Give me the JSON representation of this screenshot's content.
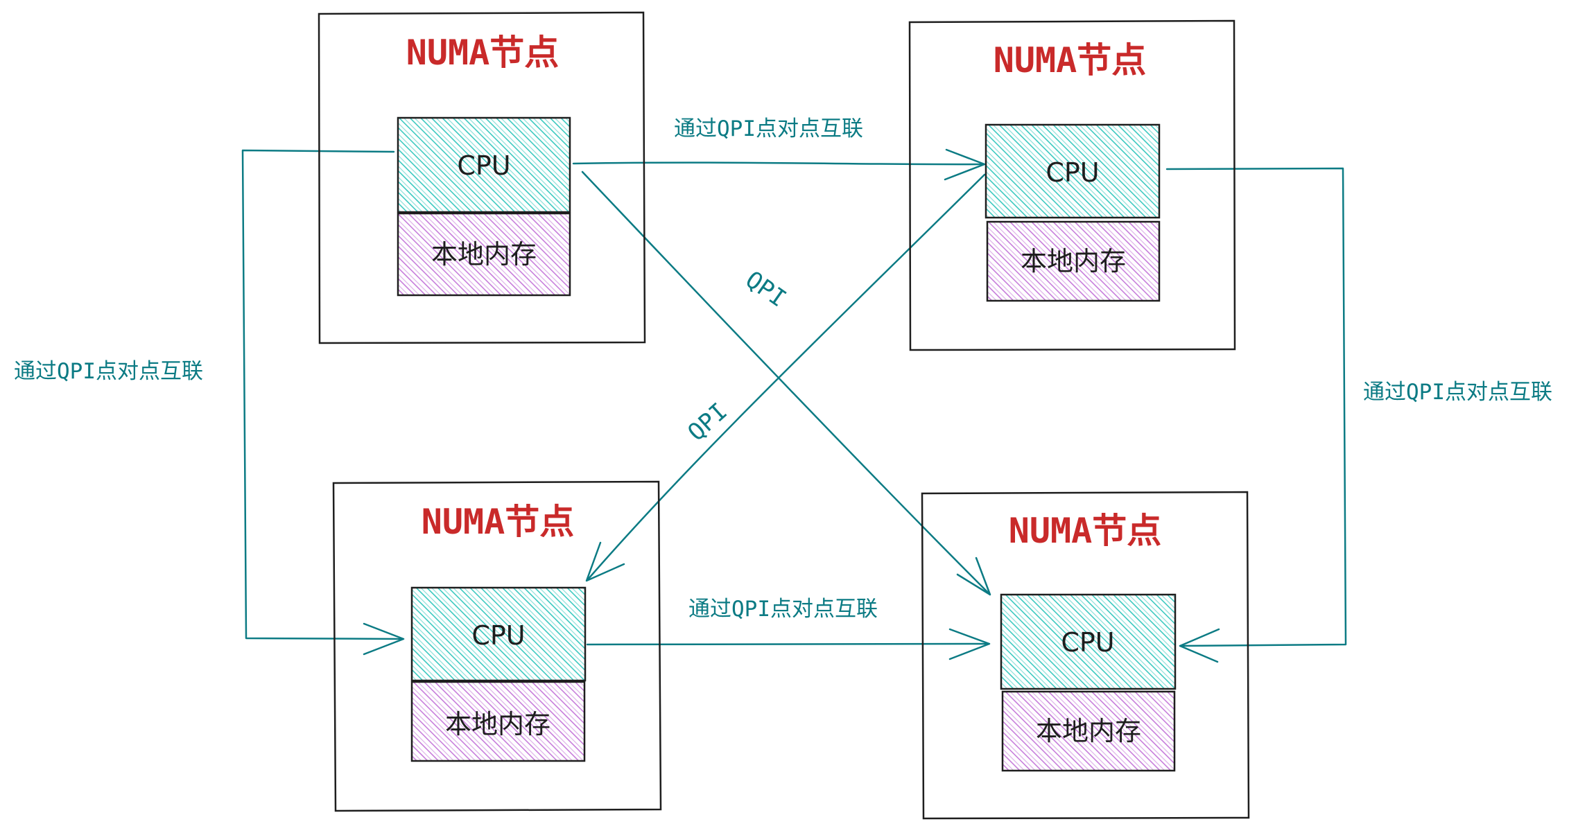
{
  "nodes": [
    {
      "title": "NUMA节点",
      "cpu_label": "CPU",
      "memory_label": "本地内存"
    },
    {
      "title": "NUMA节点",
      "cpu_label": "CPU",
      "memory_label": "本地内存"
    },
    {
      "title": "NUMA节点",
      "cpu_label": "CPU",
      "memory_label": "本地内存"
    },
    {
      "title": "NUMA节点",
      "cpu_label": "CPU",
      "memory_label": "本地内存"
    }
  ],
  "links": {
    "top": "通过QPI点对点互联",
    "left": "通过QPI点对点互联",
    "right": "通过QPI点对点互联",
    "bottom": "通过QPI点对点互联",
    "diagonal_a": "QPI",
    "diagonal_b": "QPI"
  },
  "colors": {
    "node_title": "#c92a2a",
    "cpu_fill": "#3bc9c0",
    "memory_fill": "#c77ddb",
    "link": "#0c7b84",
    "frame": "#1e1e1e"
  }
}
